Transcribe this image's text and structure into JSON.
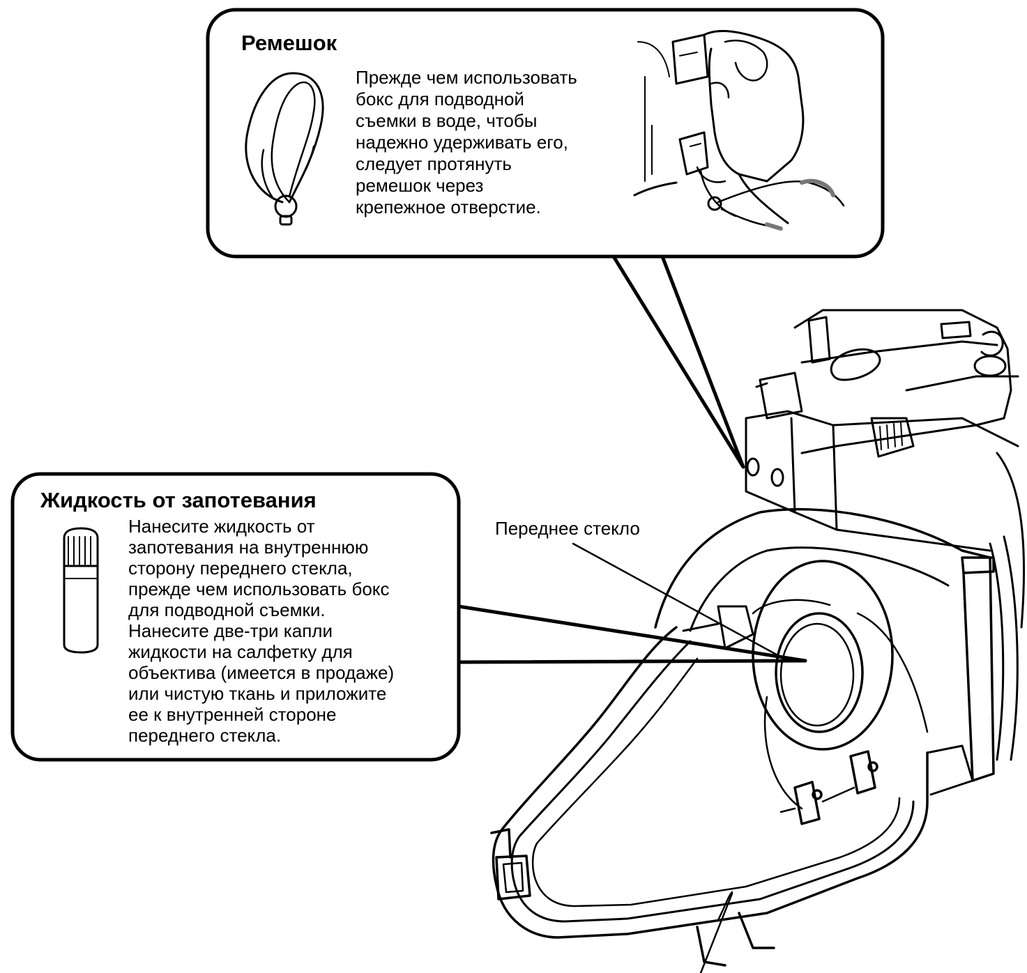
{
  "strap": {
    "title": "Ремешок",
    "lines": [
      "Прежде чем использовать",
      "бокс для подводной",
      "съемки в воде, чтобы",
      "надежно удерживать его,",
      "следует протянуть",
      "ремешок через",
      "крепежное отверстие."
    ]
  },
  "antifog": {
    "title": "Жидкость от запотевания",
    "lines": [
      "Нанесите жидкость от",
      "запотевания на внутреннюю",
      "сторону переднего стекла,",
      "прежде чем использовать бокс",
      "для подводной съемки.",
      "Нанесите две-три капли",
      "жидкости на салфетку для",
      "объектива (имеется в продаже)",
      "или чистую ткань и приложите",
      "ее к внутренней стороне",
      "переднего стекла."
    ]
  },
  "labels": {
    "front_glass": "Переднее стекло"
  }
}
